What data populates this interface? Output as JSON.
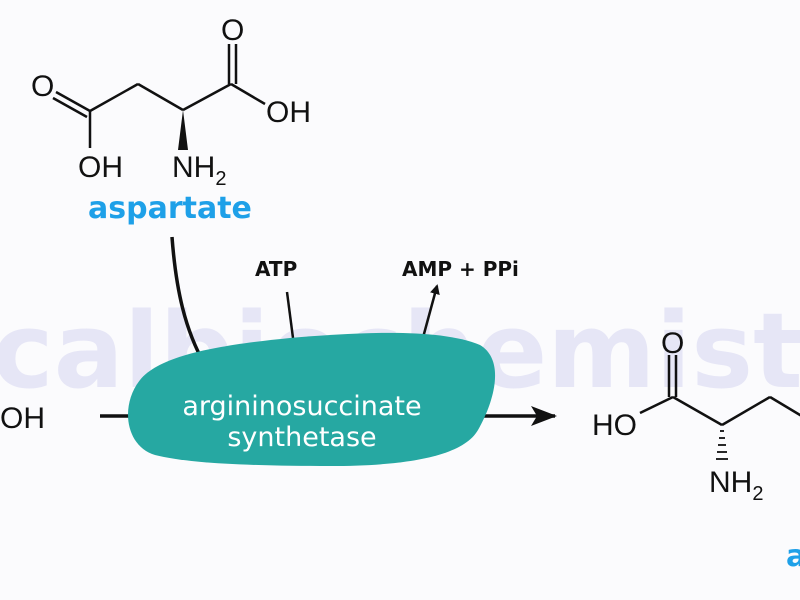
{
  "watermark": "calbiochemistryp",
  "aspartate": {
    "name": "aspartate",
    "atoms": {
      "o_left": "O",
      "o_top": "O",
      "oh_right": "OH",
      "oh_bottom": "OH",
      "nh": "NH",
      "nh_sub": "2"
    }
  },
  "reaction": {
    "cofactor_in": "ATP",
    "cofactor_out": "AMP + PPi",
    "enzyme_line1": "argininosuccinate",
    "enzyme_line2": "synthetase",
    "left_fragment": "OH"
  },
  "product": {
    "atoms": {
      "o_top": "O",
      "ho_left": "HO",
      "nh": "NH",
      "nh_sub": "2"
    },
    "name_fragment": "a"
  },
  "colors": {
    "enzyme": "#26a8a2",
    "label_blue": "#1ea0e8"
  }
}
